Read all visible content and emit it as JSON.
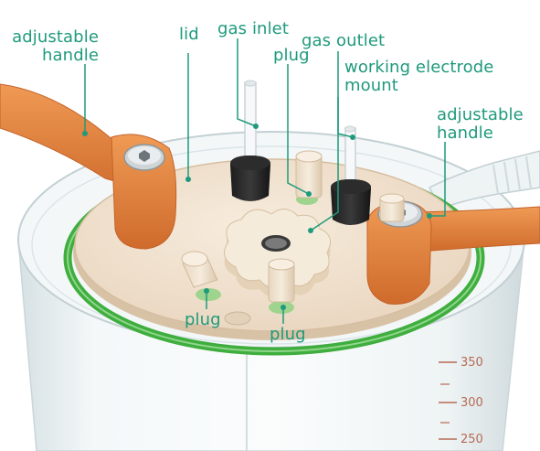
{
  "labels": {
    "handle_left_line1": "adjustable",
    "handle_left_line2": "handle",
    "lid": "lid",
    "gas_inlet": "gas inlet",
    "gas_outlet": "gas outlet",
    "plug_top": "plug",
    "working_electrode_line1": "working electrode",
    "working_electrode_line2": "mount",
    "handle_right_line1": "adjustable",
    "handle_right_line2": "handle",
    "plug_bottom_left": "plug",
    "plug_bottom_right": "plug"
  },
  "graduations": [
    "350",
    "300",
    "250"
  ],
  "colors": {
    "label_text": "#1f9a7c",
    "leader_line": "#1f9a7c",
    "handle": "#e2823f",
    "lid": "#f2e3d0",
    "gasket": "#3fae3f",
    "glass": "#dfe9ec",
    "graduation": "#b66a55"
  },
  "icons": {
    "handle_screw": "hex-socket-screw-icon",
    "gas_tube": "glass-tube-icon",
    "knob": "knob-icon"
  }
}
